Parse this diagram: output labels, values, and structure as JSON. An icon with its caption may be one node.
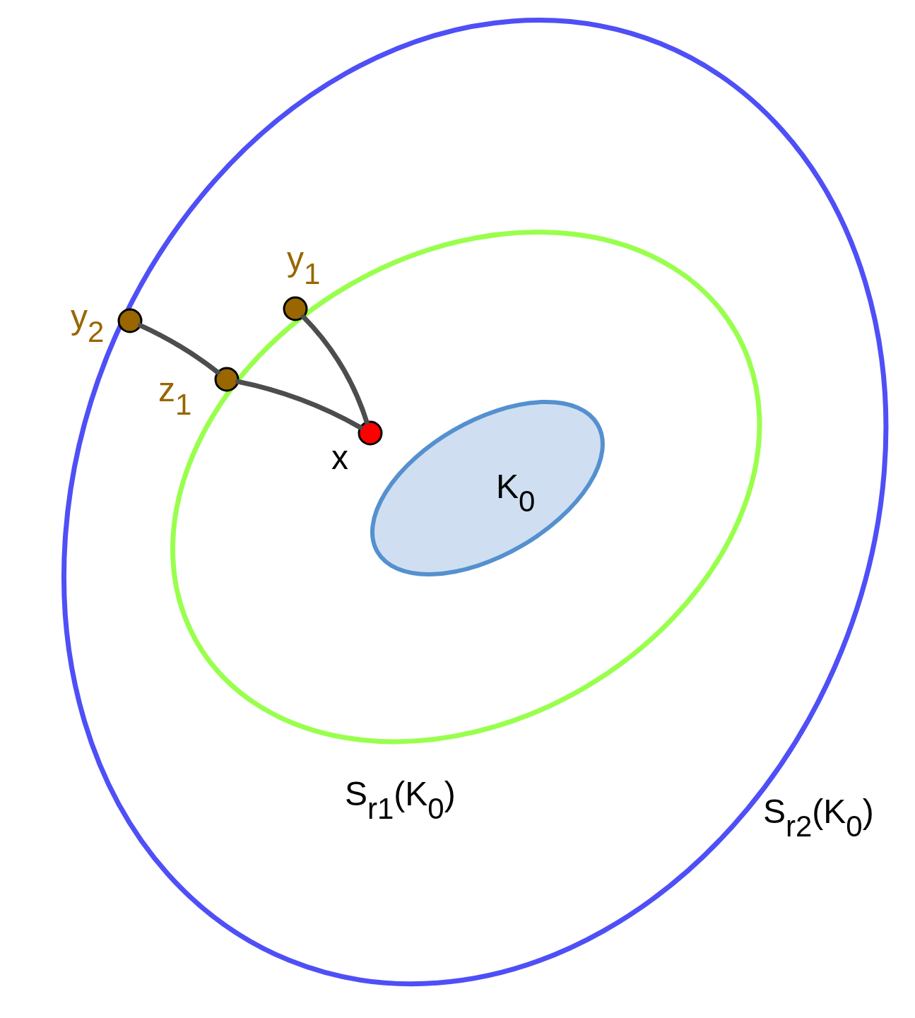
{
  "diagram": {
    "nodes": [
      {
        "text": [
          "S$_{r2}$(K$_{0}$)"
        ]
      },
      {
        "text": [
          "S$_{r1}$(K$_{0}$)"
        ],
        "in": 0
      },
      {
        "text": [
          "K$_{0}$"
        ],
        "in": 1
      },
      {
        "text": [],
        "shape": "circle",
        "beside": [
          "y$_{1}$"
        ],
        "in": 0
      },
      {
        "text": [],
        "shape": "circle",
        "beside": [
          "y$_{2}$"
        ],
        "in": 0
      },
      {
        "text": [],
        "shape": "circle",
        "beside": [
          "z$_{1}$"
        ],
        "in": 0
      },
      {
        "text": [],
        "shape": "circle",
        "beside": [
          "x"
        ],
        "in": 1
      }
    ],
    "edges": [
      {
        "from": 6,
        "to": 3,
        "arrow": "none"
      },
      {
        "from": 6,
        "to": 5,
        "arrow": "none"
      },
      {
        "from": 5,
        "to": 4,
        "arrow": "none"
      }
    ]
  }
}
